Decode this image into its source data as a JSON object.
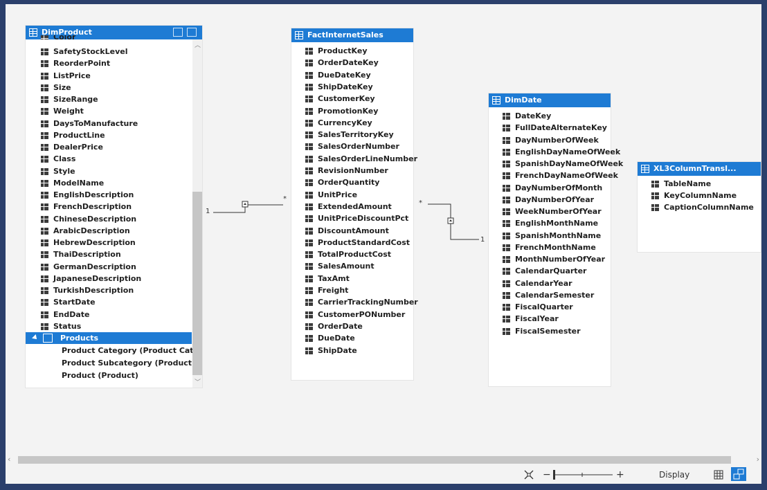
{
  "tables": [
    {
      "id": "dimproduct",
      "title": "DimProduct",
      "partial_top": "Color",
      "columns": [
        "SafetyStockLevel",
        "ReorderPoint",
        "ListPrice",
        "Size",
        "SizeRange",
        "Weight",
        "DaysToManufacture",
        "ProductLine",
        "DealerPrice",
        "Class",
        "Style",
        "ModelName",
        "EnglishDescription",
        "FrenchDescription",
        "ChineseDescription",
        "ArabicDescription",
        "HebrewDescription",
        "ThaiDescription",
        "GermanDescription",
        "JapaneseDescription",
        "TurkishDescription",
        "StartDate",
        "EndDate",
        "Status"
      ],
      "hierarchy": {
        "name": "Products",
        "levels": [
          "Product Category  (Product Category)",
          "Product Subcategory  (Product Sub...",
          "Product  (Product)"
        ]
      }
    },
    {
      "id": "factinternetsales",
      "title": "FactInternetSales",
      "columns": [
        "ProductKey",
        "OrderDateKey",
        "DueDateKey",
        "ShipDateKey",
        "CustomerKey",
        "PromotionKey",
        "CurrencyKey",
        "SalesTerritoryKey",
        "SalesOrderNumber",
        "SalesOrderLineNumber",
        "RevisionNumber",
        "OrderQuantity",
        "UnitPrice",
        "ExtendedAmount",
        "UnitPriceDiscountPct",
        "DiscountAmount",
        "ProductStandardCost",
        "TotalProductCost",
        "SalesAmount",
        "TaxAmt",
        "Freight",
        "CarrierTrackingNumber",
        "CustomerPONumber",
        "OrderDate",
        "DueDate",
        "ShipDate"
      ]
    },
    {
      "id": "dimdate",
      "title": "DimDate",
      "columns": [
        "DateKey",
        "FullDateAlternateKey",
        "DayNumberOfWeek",
        "EnglishDayNameOfWeek",
        "SpanishDayNameOfWeek",
        "FrenchDayNameOfWeek",
        "DayNumberOfMonth",
        "DayNumberOfYear",
        "WeekNumberOfYear",
        "EnglishMonthName",
        "SpanishMonthName",
        "FrenchMonthName",
        "MonthNumberOfYear",
        "CalendarQuarter",
        "CalendarYear",
        "CalendarSemester",
        "FiscalQuarter",
        "FiscalYear",
        "FiscalSemester"
      ]
    },
    {
      "id": "xl3",
      "title": "XL3ColumnTransl...",
      "columns": [
        "TableName",
        "KeyColumnName",
        "CaptionColumnName"
      ]
    }
  ],
  "relationships": [
    {
      "from_label": "1",
      "to_label": "*"
    },
    {
      "from_label": "*",
      "to_label": "1"
    }
  ],
  "status_bar": {
    "display_label": "Display",
    "zoom_minus": "−",
    "zoom_plus": "+"
  },
  "colors": {
    "accent": "#1e7bd4",
    "canvas": "#f3f3f3",
    "frame": "#2b3f6b"
  }
}
